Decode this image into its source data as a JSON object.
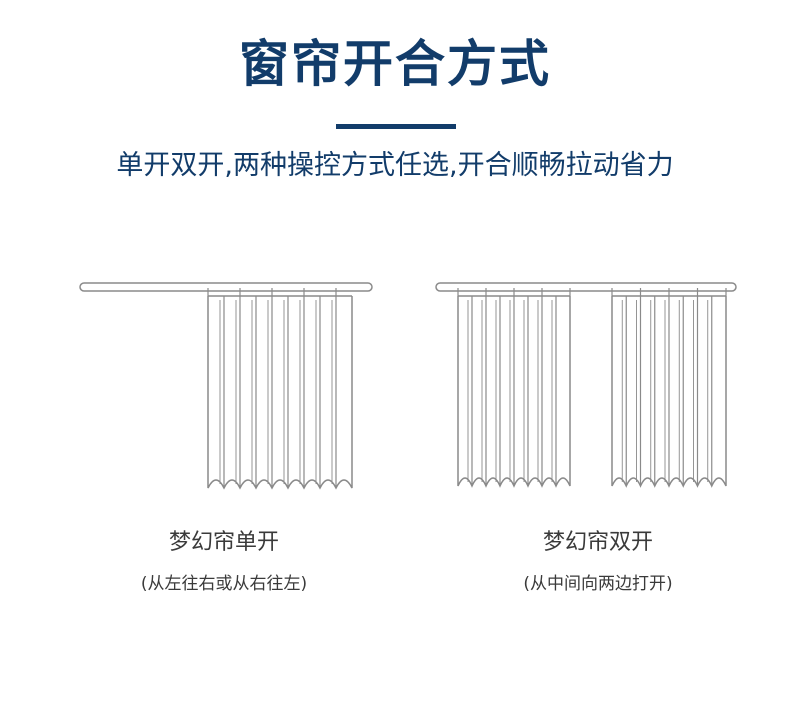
{
  "header": {
    "title": "窗帘开合方式",
    "subtitle": "单开双开,两种操控方式任选,开合顺畅拉动省力"
  },
  "panels": [
    {
      "caption": "梦幻帘单开",
      "note": "(从左往右或从右往左)"
    },
    {
      "caption": "梦幻帘双开",
      "note": "(从中间向两边打开)"
    }
  ],
  "colors": {
    "title": "#123c6a",
    "line": "#8a8a8a",
    "text": "#3a3a3a"
  }
}
